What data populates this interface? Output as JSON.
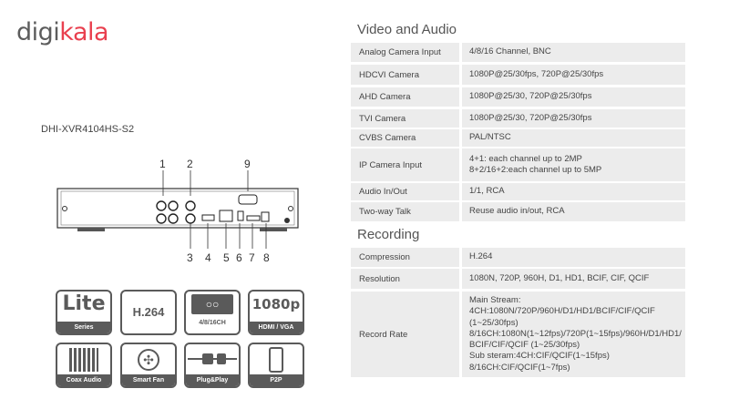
{
  "logo": {
    "part1": "digi",
    "part2": "kala"
  },
  "model": "DHI-XVR4104HS-S2",
  "device": {
    "callouts": [
      "1",
      "2",
      "3",
      "4",
      "5",
      "6",
      "7",
      "8",
      "9"
    ]
  },
  "video_audio": {
    "title": "Video and Audio",
    "rows": [
      {
        "label": "Analog Camera Input",
        "value": "4/8/16 Channel, BNC"
      },
      {
        "label": "HDCVI Camera",
        "value": "1080P@25/30fps, 720P@25/30fps"
      },
      {
        "label": "AHD Camera",
        "value": "1080P@25/30, 720P@25/30fps"
      },
      {
        "label": "TVI Camera",
        "value": "1080P@25/30, 720P@25/30fps"
      },
      {
        "label": "CVBS Camera",
        "value": "PAL/NTSC"
      },
      {
        "label": "IP Camera Input",
        "value": [
          "4+1: each channel up to  2MP",
          "8+2/16+2:each channel up to  5MP"
        ]
      },
      {
        "label": "Audio In/Out",
        "value": "1/1, RCA"
      },
      {
        "label": "Two-way Talk",
        "value": "Reuse audio in/out, RCA"
      }
    ]
  },
  "recording": {
    "title": "Recording",
    "rows": [
      {
        "label": "Compression",
        "value": "H.264"
      },
      {
        "label": "Resolution",
        "value": "1080N, 720P, 960H, D1, HD1, BCIF, CIF, QCIF"
      },
      {
        "label": "Record Rate",
        "value": [
          "Main Stream:",
          "4CH:1080N/720P/960H/D1/HD1/BCIF/CIF/QCIF",
          "(1~25/30fps)",
          "8/16CH:1080N(1~12fps)/720P(1~15fps)/960H/D1/HD1/",
          "BCIF/CIF/QCIF (1~25/30fps)",
          "Sub steram:4CH:CIF/QCIF(1~15fps)",
          "8/16CH:CIF/QCIF(1~7fps)"
        ]
      }
    ]
  },
  "badges": [
    {
      "main": "Lite",
      "caption": "Series"
    },
    {
      "main": "H.264",
      "caption": ""
    },
    {
      "main": "",
      "caption": "4/8/16CH"
    },
    {
      "main": "1080p",
      "caption": "HDMI / VGA"
    },
    {
      "main": "",
      "caption": "Coax Audio"
    },
    {
      "main": "",
      "caption": "Smart Fan"
    },
    {
      "main": "",
      "caption": "Plug&Play"
    },
    {
      "main": "",
      "caption": "P2P"
    }
  ]
}
